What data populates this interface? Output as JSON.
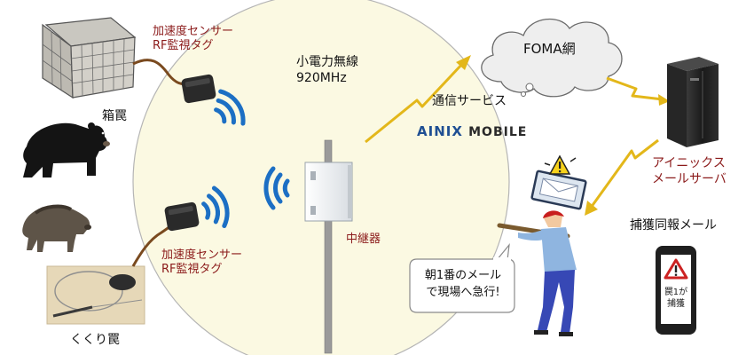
{
  "labels": {
    "sensor_top_line1": "加速度センサー",
    "sensor_top_line2": "RF監視タグ",
    "radio_line1": "小電力無線",
    "radio_line2": "920MHz",
    "box_trap": "箱罠",
    "comm_service": "通信サービス",
    "ainix_part1": "AINIX",
    "ainix_part2": "MOBILE",
    "foma": "FOMA網",
    "mail_server_line1": "アイニックス",
    "mail_server_line2": "メールサーバ",
    "sensor_bottom_line1": "加速度センサー",
    "sensor_bottom_line2": "RF監視タグ",
    "repeater": "中継器",
    "capture_mail": "捕獲同報メール",
    "snare_trap": "くくり罠",
    "bubble_line1": "朝1番のメール",
    "bubble_line2": "で現場へ急行!",
    "phone_line1": "罠1が",
    "phone_line2": "捕獲"
  },
  "colors": {
    "zone_fill": "#fbf9e2",
    "label_red": "#8B1A1A",
    "signal_yellow": "#e3b71a",
    "wifi_blue": "#1c6fc4",
    "ainix_blue": "#1f4f93",
    "warning_red": "#cc2222"
  },
  "icons": [
    "wifi-icon",
    "warning-icon",
    "envelope-icon",
    "cloud-icon",
    "server-icon",
    "phone-icon"
  ]
}
